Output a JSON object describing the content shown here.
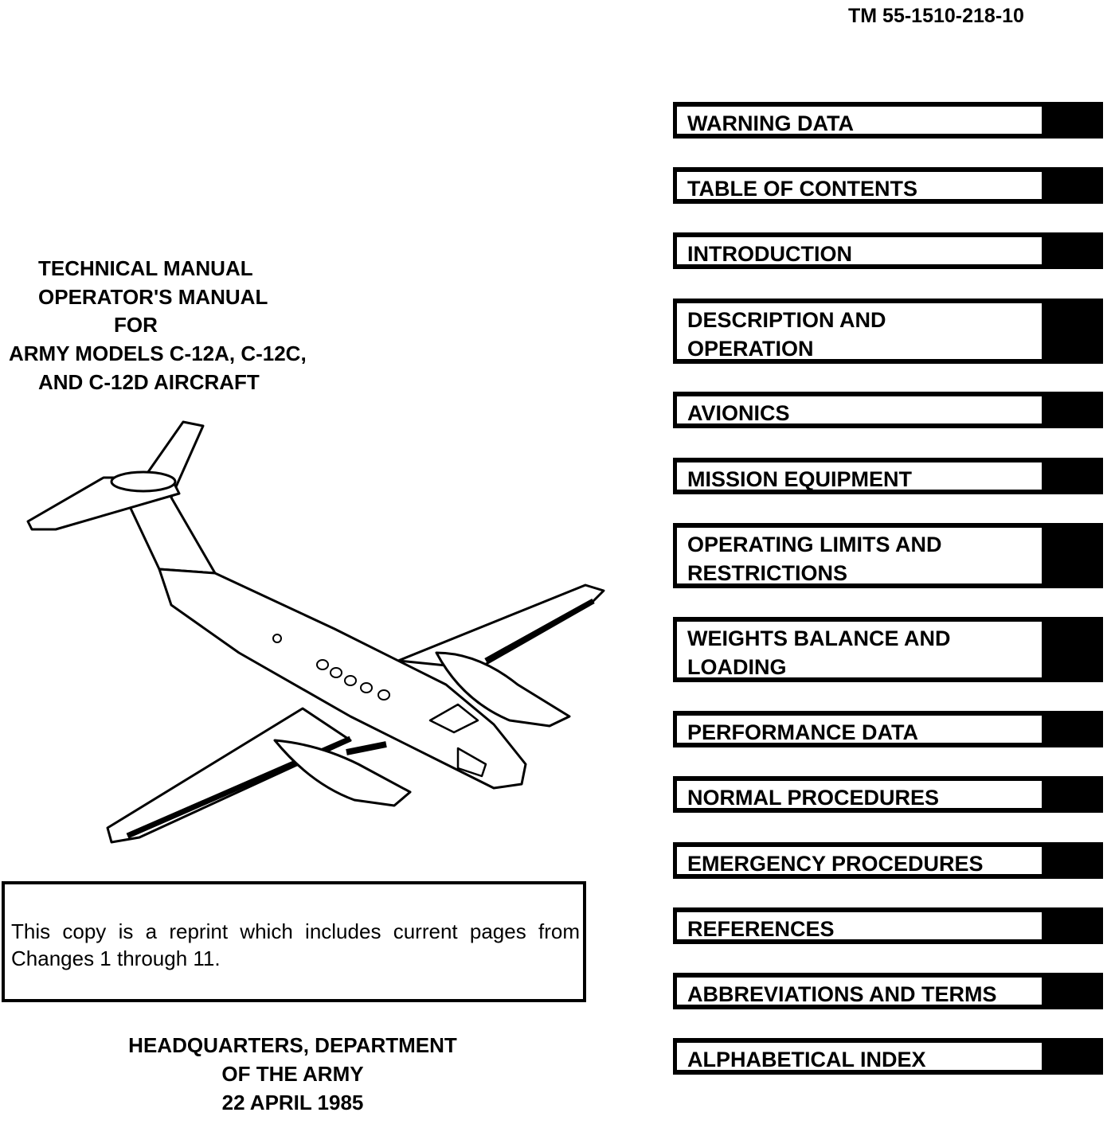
{
  "document_number": "TM 55-1510-218-10",
  "title_lines": [
    "TECHNICAL MANUAL",
    "OPERATOR'S MANUAL",
    "FOR",
    "ARMY MODELS C-12A, C-12C,",
    "AND C-12D AIRCRAFT"
  ],
  "tabs": [
    {
      "label": "WARNING DATA"
    },
    {
      "label": "TABLE OF CONTENTS"
    },
    {
      "label": "INTRODUCTION"
    },
    {
      "label": "DESCRIPTION AND\nOPERATION"
    },
    {
      "label": "AVIONICS"
    },
    {
      "label": "MISSION EQUIPMENT"
    },
    {
      "label": "OPERATING LIMITS AND\nRESTRICTIONS"
    },
    {
      "label": "WEIGHTS BALANCE AND\nLOADING"
    },
    {
      "label": "PERFORMANCE DATA"
    },
    {
      "label": "NORMAL PROCEDURES"
    },
    {
      "label": "EMERGENCY PROCEDURES"
    },
    {
      "label": "REFERENCES"
    },
    {
      "label": "ABBREVIATIONS AND TERMS"
    },
    {
      "label": "ALPHABETICAL INDEX"
    }
  ],
  "reprint_note": "This copy is a reprint which includes current pages from Changes 1 through 11.",
  "footer_lines": [
    "HEADQUARTERS, DEPARTMENT",
    "OF THE ARMY",
    "22 APRIL 1985"
  ]
}
